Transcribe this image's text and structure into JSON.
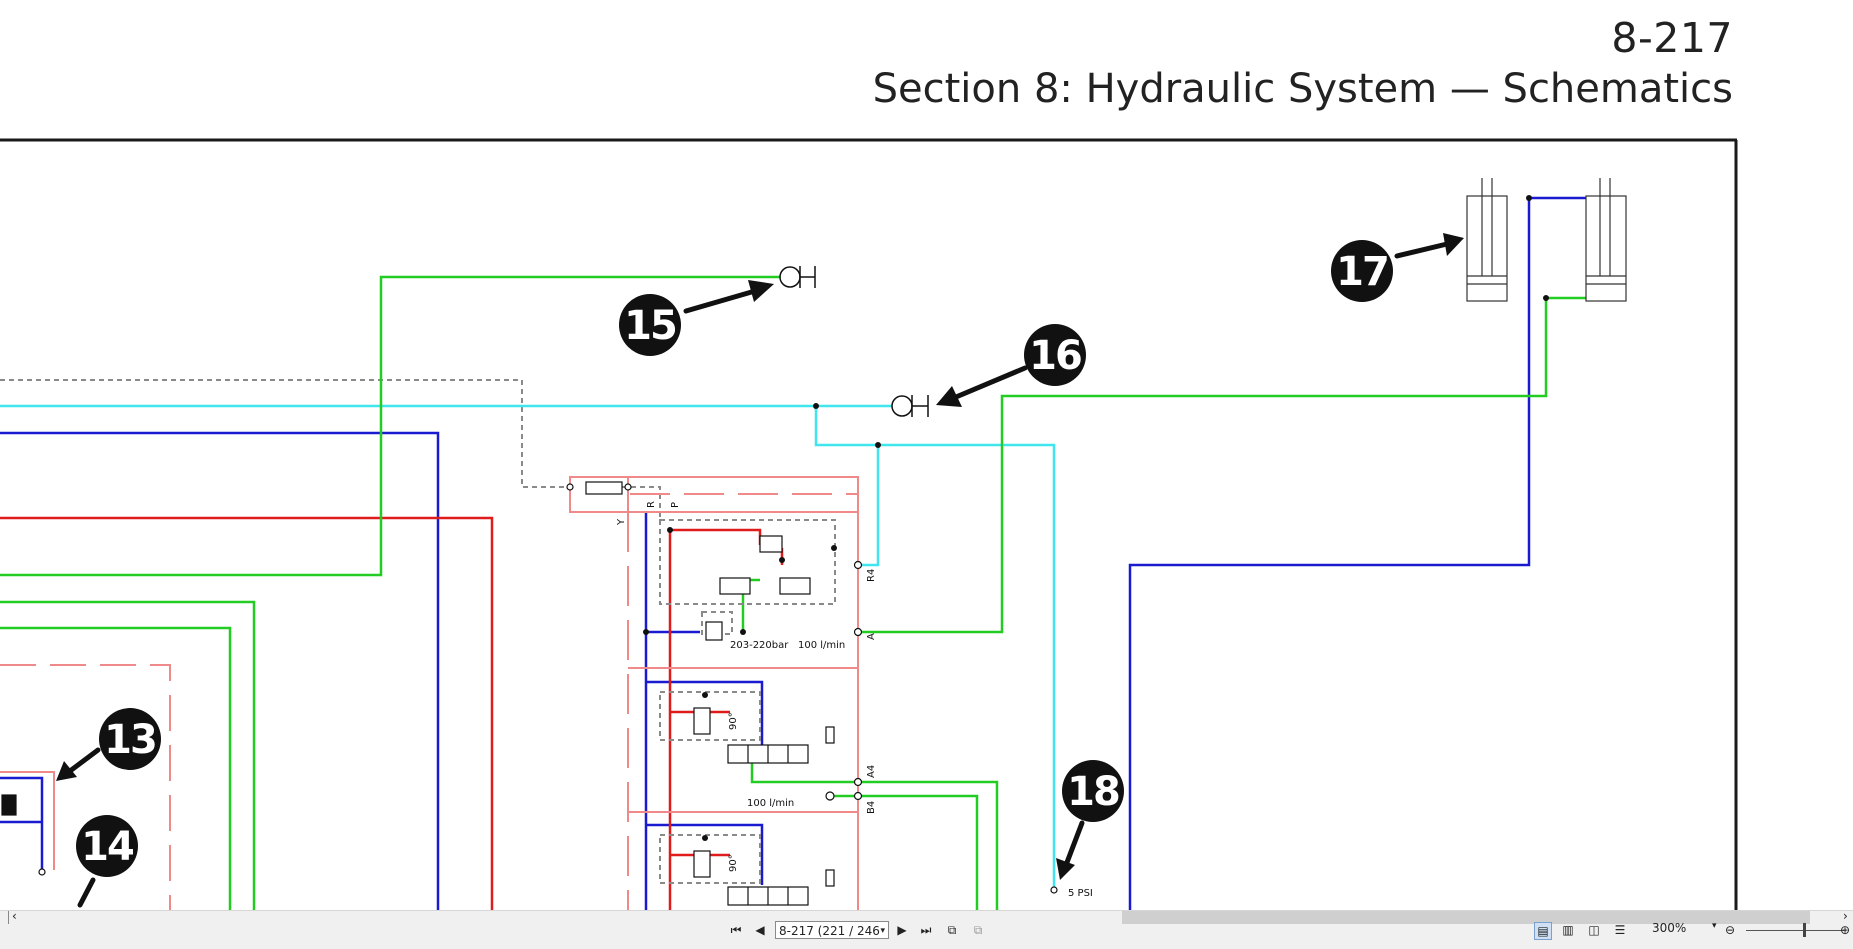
{
  "header": {
    "page_number": "8-217",
    "section_title": "Section 8: Hydraulic System — Schematics"
  },
  "callouts": [
    "13",
    "14",
    "15",
    "16",
    "17",
    "18"
  ],
  "schematic_labels": {
    "relief_pressure": "203-220bar",
    "flow_1": "100 l/min",
    "flow_2": "100 l/min",
    "check_pressure": "5 PSI",
    "port_r4": "R4",
    "port_a": "A",
    "port_a4": "A4",
    "port_b4": "B4",
    "port_r": "R",
    "port_p": "P",
    "port_y": "Y",
    "angle_1": "90°",
    "angle_2": "90°"
  },
  "line_colors": {
    "pressure": "#e01b1b",
    "return": "#1a1ad0",
    "supply": "#22cc22",
    "pilot": "#3fe6ee",
    "drain": "#8a8a8a",
    "block": "#f08a8a"
  },
  "status_bar": {
    "page_field": "8-217 (221 / 246",
    "zoom": "300%",
    "icons": [
      "first-page-icon",
      "prev-page-icon",
      "next-page-icon",
      "last-page-icon",
      "go-back-icon",
      "go-forward-icon",
      "single-page-icon",
      "continuous-icon",
      "facing-icon",
      "book-view-icon",
      "zoom-out-icon",
      "zoom-in-icon"
    ]
  }
}
